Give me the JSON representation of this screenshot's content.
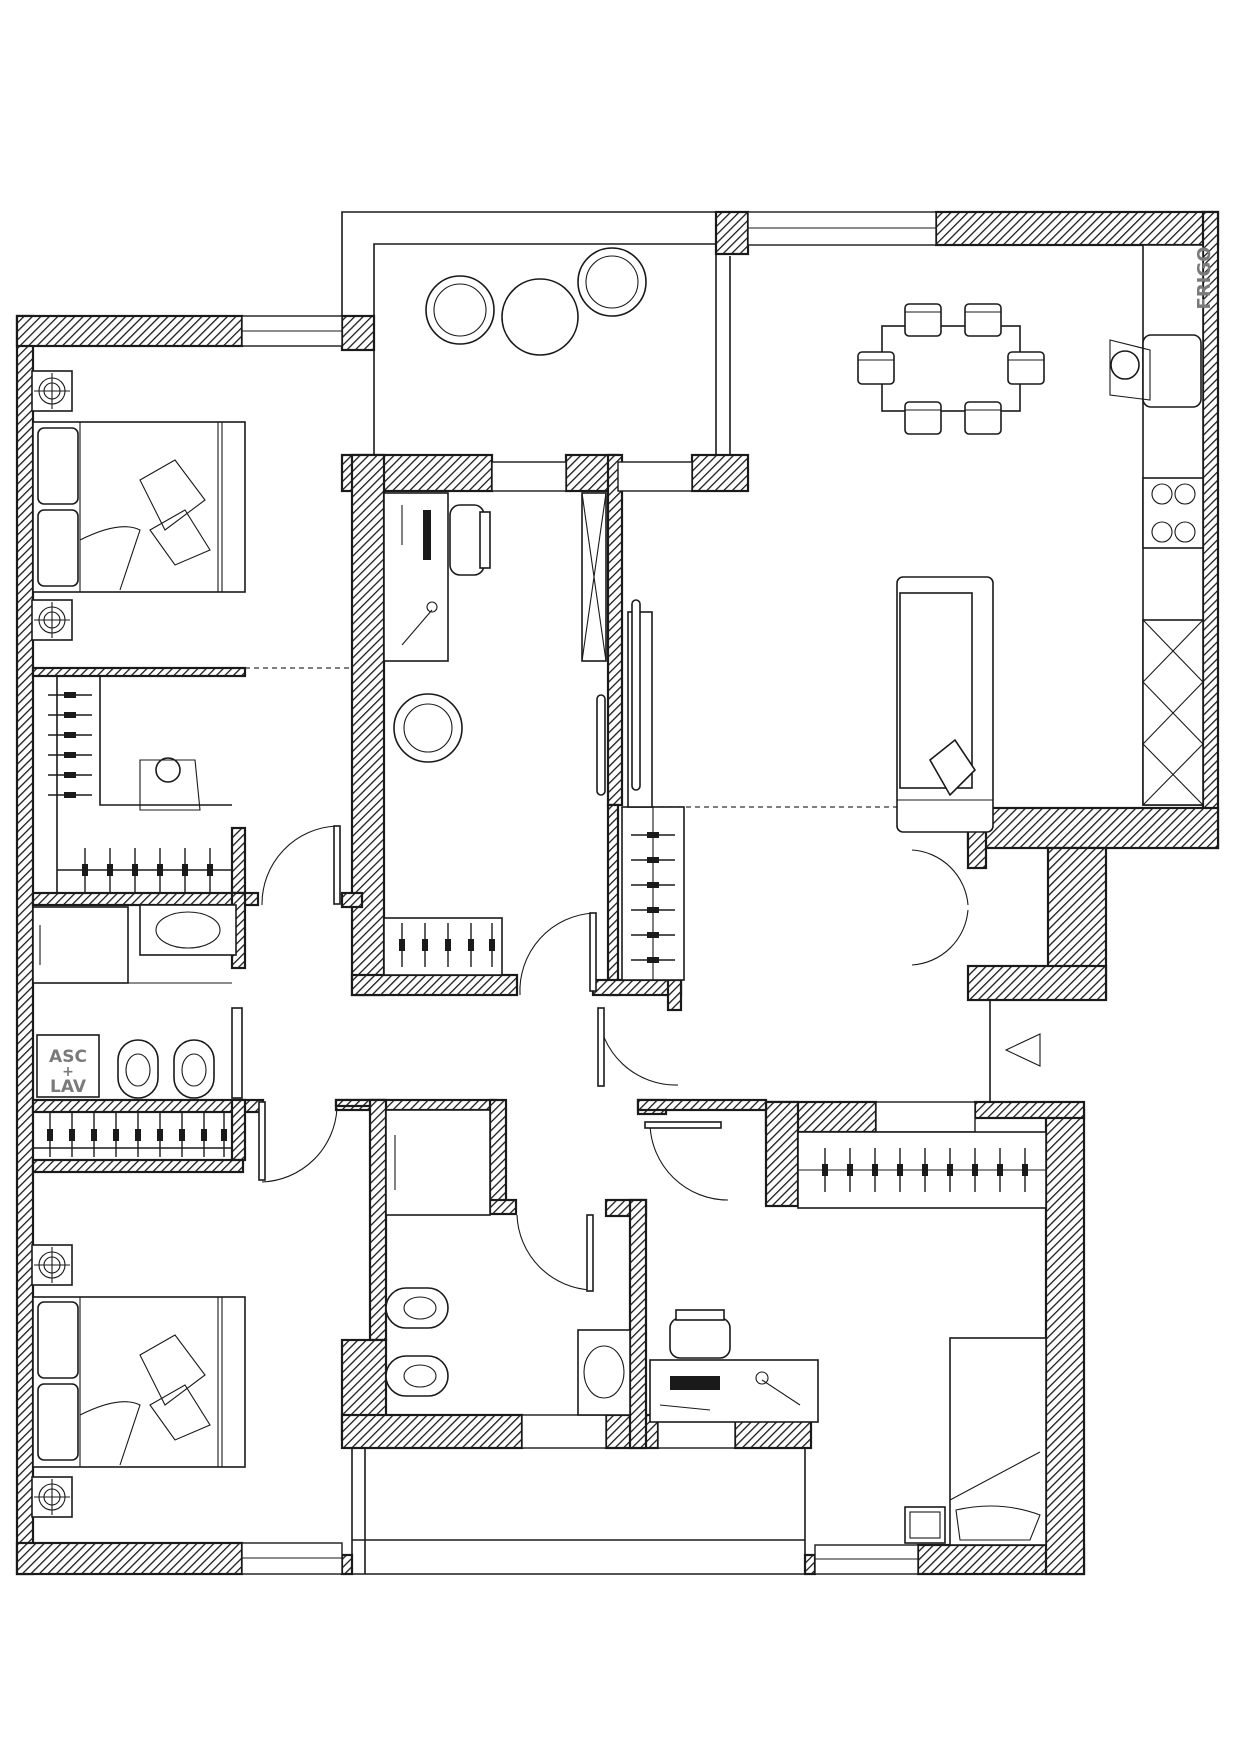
{
  "labels": {
    "fridge": "FRIGO",
    "asc": "ASC",
    "plus": "+",
    "lav": "LAV"
  },
  "icons": [
    "bed-icon",
    "wardrobe-icon",
    "toilet-icon",
    "bidet-icon",
    "sink-icon",
    "stove-icon",
    "sofa-icon",
    "dining-table-icon",
    "chair-icon",
    "desk-icon",
    "lamp-icon",
    "person-icon",
    "arrow-icon"
  ],
  "colors": {
    "wall_hatch": "#1a1a1a",
    "background": "#ffffff",
    "label": "#7a7a7a"
  }
}
